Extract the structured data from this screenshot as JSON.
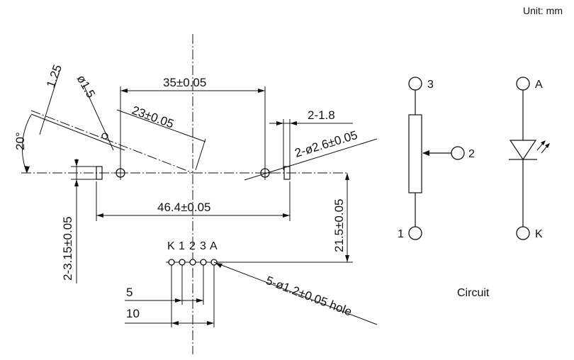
{
  "unit_label": "Unit: mm",
  "dimensions": {
    "width_35": "35±0.05",
    "len_23": "23±0.05",
    "dia_15": "ø1.5",
    "width_125": "1.25",
    "angle_20": "20°",
    "slot_218": "2-1.8",
    "holes_26": "2-ø2.6±0.05",
    "width_464": "46.4±0.05",
    "slot_315": "2-3.15±0.05",
    "height_215": "21.5±0.05",
    "pitch_5": "5",
    "pitch_10": "10",
    "holes_12": "5-ø1.2±0.05 hole"
  },
  "pin_labels": {
    "k": "K",
    "p1": "1",
    "p2": "2",
    "p3": "3",
    "a": "A"
  },
  "circuit": {
    "caption": "Circuit",
    "pot_top": "3",
    "pot_wiper": "2",
    "pot_bottom": "1",
    "led_anode": "A",
    "led_cathode": "K"
  }
}
